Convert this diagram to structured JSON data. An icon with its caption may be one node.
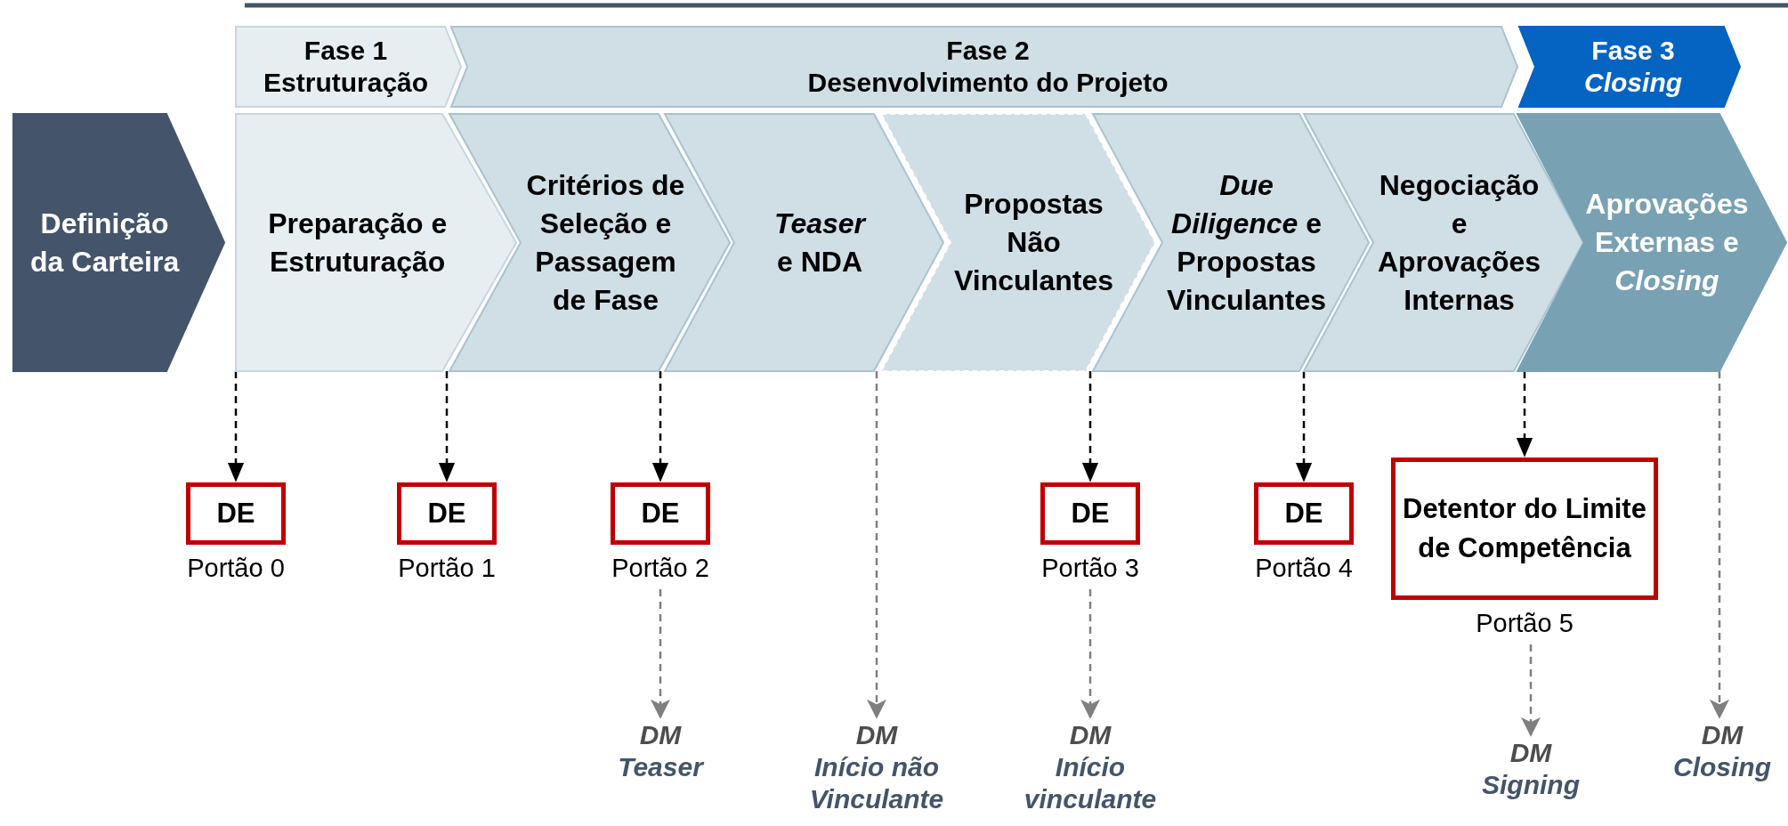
{
  "diagram": {
    "nodes": [
      {
        "text": [
          "Fase 1",
          "Estruturação"
        ]
      },
      {
        "text": [
          "Fase 2",
          "Desenvolvimento do Projeto"
        ]
      },
      {
        "text": [
          "Fase 3",
          "Closing"
        ]
      },
      {
        "text": [
          "Definição da Carteira"
        ]
      },
      {
        "text": [
          "Preparação e Estruturação"
        ]
      },
      {
        "text": [
          "Critérios de Seleção e Passagem de Fase"
        ]
      },
      {
        "text": [
          "*Teaser* e NDA"
        ]
      },
      {
        "text": [
          "Propostas Não Vinculantes"
        ]
      },
      {
        "text": [
          "*Due Diligence* e Propostas Vinculantes"
        ]
      },
      {
        "text": [
          "Negociação e Aprovações Internas"
        ]
      },
      {
        "text": [
          "Aprovações Externas e *Closing*"
        ]
      },
      {
        "text": [
          "DE"
        ],
        "beside": [
          "Portão 0"
        ]
      },
      {
        "text": [
          "DE"
        ],
        "beside": [
          "Portão 1"
        ]
      },
      {
        "text": [
          "DE"
        ],
        "beside": [
          "Portão 2"
        ]
      },
      {
        "text": [
          "DE"
        ],
        "beside": [
          "Portão 3"
        ]
      },
      {
        "text": [
          "DE"
        ],
        "beside": [
          "Portão 4"
        ]
      },
      {
        "text": [
          "Detentor do Limite de Competência"
        ],
        "beside": [
          "Portão 5"
        ]
      },
      {
        "text": [
          "DM",
          "Teaser"
        ]
      },
      {
        "text": [
          "DM",
          "Início não Vinculante"
        ]
      },
      {
        "text": [
          "DM",
          "Início vinculante"
        ]
      },
      {
        "text": [
          "DM",
          "Signing"
        ]
      },
      {
        "text": [
          "DM",
          "Closing"
        ]
      }
    ],
    "edges": [
      {
        "from": 4,
        "to": 11,
        "arrow": "to",
        "style": "dashed"
      },
      {
        "from": 5,
        "to": 12,
        "arrow": "to",
        "style": "dashed"
      },
      {
        "from": 6,
        "to": 13,
        "arrow": "to",
        "style": "dashed"
      },
      {
        "from": 13,
        "to": 17,
        "arrow": "to",
        "style": "dashed",
        "color": "#7f7f7f"
      },
      {
        "from": 7,
        "to": 18,
        "arrow": "to",
        "style": "dashed",
        "color": "#7f7f7f"
      },
      {
        "from": 8,
        "to": 14,
        "arrow": "to",
        "style": "dashed"
      },
      {
        "from": 14,
        "to": 19,
        "arrow": "to",
        "style": "dashed",
        "color": "#7f7f7f"
      },
      {
        "from": 9,
        "to": 15,
        "arrow": "to",
        "style": "dashed"
      },
      {
        "from": 10,
        "to": 16,
        "arrow": "to",
        "style": "dashed"
      },
      {
        "from": 16,
        "to": 20,
        "arrow": "to",
        "style": "dashed",
        "color": "#7f7f7f"
      },
      {
        "from": 10,
        "to": 21,
        "arrow": "to",
        "style": "dashed",
        "color": "#7f7f7f"
      }
    ]
  }
}
